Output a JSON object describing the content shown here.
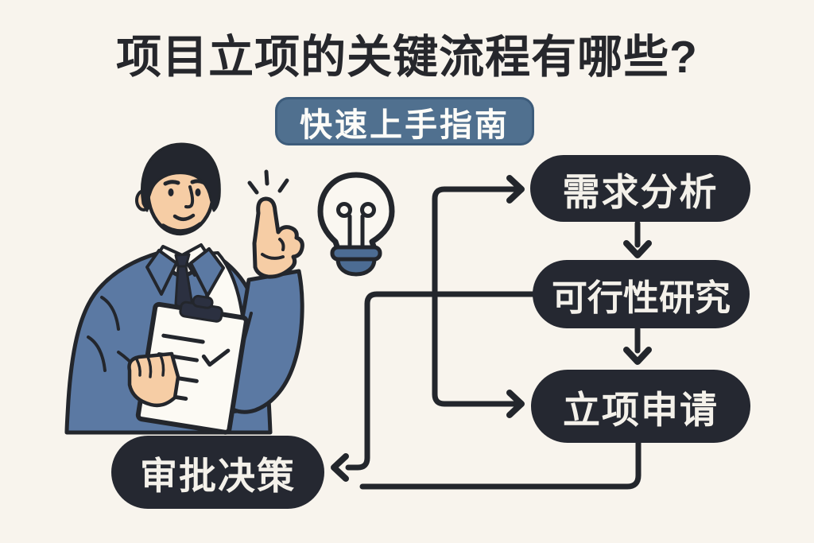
{
  "title": "项目立项的关键流程有哪些?",
  "badge": {
    "label": "快速上手指南"
  },
  "flow": {
    "steps": [
      {
        "id": "step-1",
        "label": "需求分析"
      },
      {
        "id": "step-2",
        "label": "可行性研究"
      },
      {
        "id": "step-3",
        "label": "立项申请"
      },
      {
        "id": "step-4",
        "label": "审批决策"
      }
    ],
    "connections": [
      {
        "from": "trunk-line",
        "to": "需求分析",
        "style": "elbow-right-arrow"
      },
      {
        "from": "需求分析",
        "to": "可行性研究",
        "style": "arrow-down"
      },
      {
        "from": "可行性研究",
        "to": "立项申请",
        "style": "arrow-down"
      },
      {
        "from": "trunk-line",
        "to": "立项申请",
        "style": "elbow-right-arrow"
      },
      {
        "from": "可行性研究",
        "to": "审批决策",
        "style": "elbow-left-arrow"
      },
      {
        "from": "立项申请",
        "to": "审批决策",
        "style": "elbow-left-line"
      }
    ]
  },
  "illustration": {
    "person": "man-in-blue-suit-pointing-up",
    "items": [
      "clipboard-with-checklist",
      "checkmark",
      "lightbulb",
      "sparkle-emphasis"
    ]
  },
  "colors": {
    "bg": "#F8F4ED",
    "ink": "#26272C",
    "pill-bg": "#252831",
    "pill-text": "#F4F1EA",
    "accent": "#50708F",
    "accent-border": "#3D5C7B",
    "line": "#23262C",
    "suit": "#5B79A3",
    "skin": "#F6CDA5",
    "paper": "#FCFAF4",
    "navy": "#2B3040"
  }
}
